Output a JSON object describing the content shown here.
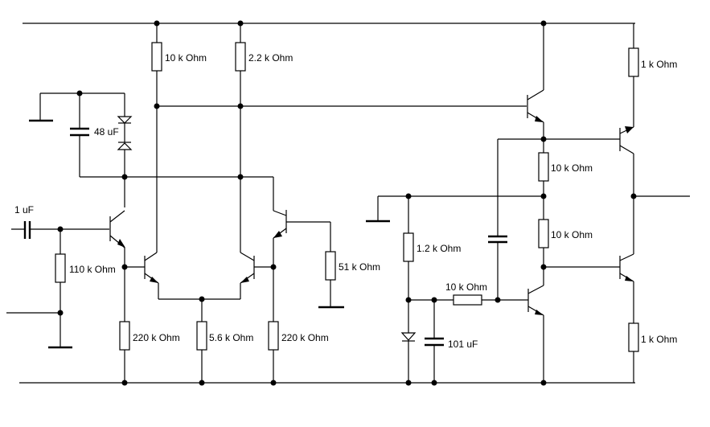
{
  "labels": {
    "r_10k_top": "10 k Ohm",
    "r_2k2_top": "2.2 k Ohm",
    "c_48uf": "48 uF",
    "c_1uf": "1 uF",
    "r_110k": "110 k Ohm",
    "r_220k_left": "220 k Ohm",
    "r_5k6": "5.6 k Ohm",
    "r_220k_right": "220 k Ohm",
    "r_51": "51 k Ohm",
    "r_1k_top": "1 k Ohm",
    "r_10k_mid1": "10 k Ohm",
    "r_10k_mid2": "10 k Ohm",
    "r_1k2": "1.2 k Ohm",
    "r_10k_series": "10 k Ohm",
    "c_101uf": "101 uF",
    "r_1k_bottom": "1 k Ohm"
  },
  "colors": {
    "ink": "#000000",
    "background": "#ffffff"
  }
}
